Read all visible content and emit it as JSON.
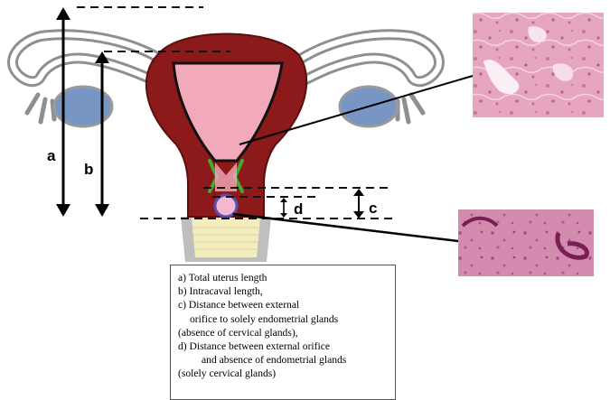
{
  "labels": {
    "a": "a",
    "b": "b",
    "c": "c",
    "d": "d"
  },
  "legend": {
    "a_line1": "a) Total uterus length",
    "b_line1": "b) Intracaval length,",
    "c_line1": "c) Distance between external",
    "c_line2": "orifice to solely endometrial glands",
    "c_line3": "(absence of cervical glands),",
    "d_line1": "d) Distance between external orifice",
    "d_line2": "and absence of endometrial glands",
    "d_line3": "(solely cervical glands)"
  },
  "colors": {
    "myometrium": "#8c1a1a",
    "endometrium": "#f2aabb",
    "ovary": "#7896c4",
    "cervical_canal_outline": "#44aa33",
    "external_os": "#5a4fb0",
    "vagina": "#f3ecbd",
    "histology_tissue": "#d889a8"
  },
  "images": {
    "histology_top": "endometrial-tissue-micrograph",
    "histology_bottom": "cervical-tissue-micrograph"
  }
}
